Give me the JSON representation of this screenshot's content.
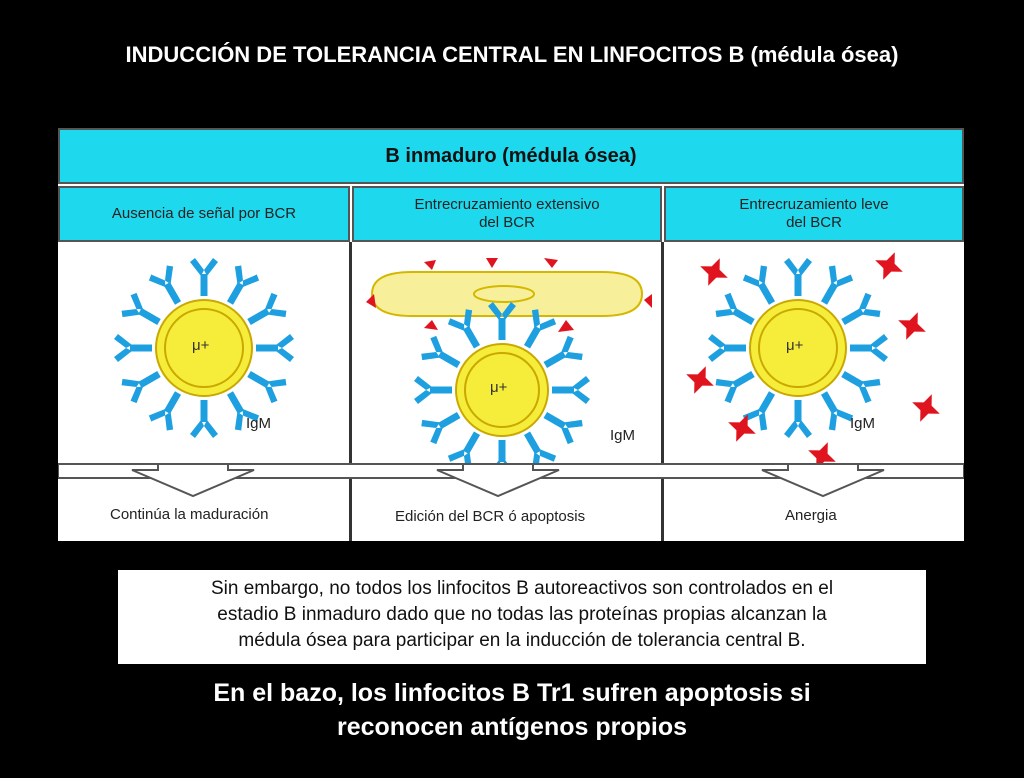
{
  "title": "INDUCCIÓN DE TOLERANCIA CENTRAL EN LINFOCITOS B (médula ósea)",
  "header": "B inmaduro (médula ósea)",
  "columns": [
    {
      "condition_l1": "Ausencia de señal por BCR",
      "condition_l2": "",
      "outcome": "Continúa la maduración"
    },
    {
      "condition_l1": "Entrecruzamiento extensivo",
      "condition_l2": "del BCR",
      "outcome": "Edición del BCR ó apoptosis"
    },
    {
      "condition_l1": "Entrecruzamiento leve",
      "condition_l2": "del BCR",
      "outcome": "Anergia"
    }
  ],
  "cell_labels": {
    "nucleus": "μ+",
    "receptor": "IgM"
  },
  "note": {
    "line1": "Sin embargo, no todos los linfocitos B autoreactivos son controlados en el",
    "line2": "estadio B inmaduro dado que no todas las proteínas propias alcanzan la",
    "line3": "médula ósea para participar en la inducción de tolerancia central B."
  },
  "conclusion": {
    "line1": "En el bazo, los linfocitos B Tr1 sufren apoptosis si",
    "line2": "reconocen antígenos propios"
  },
  "colors": {
    "cyan": "#1ed8ee",
    "cell_yellow": "#f6ec3a",
    "antibody_blue": "#1ea0e0",
    "antigen_red": "#e0141e"
  }
}
